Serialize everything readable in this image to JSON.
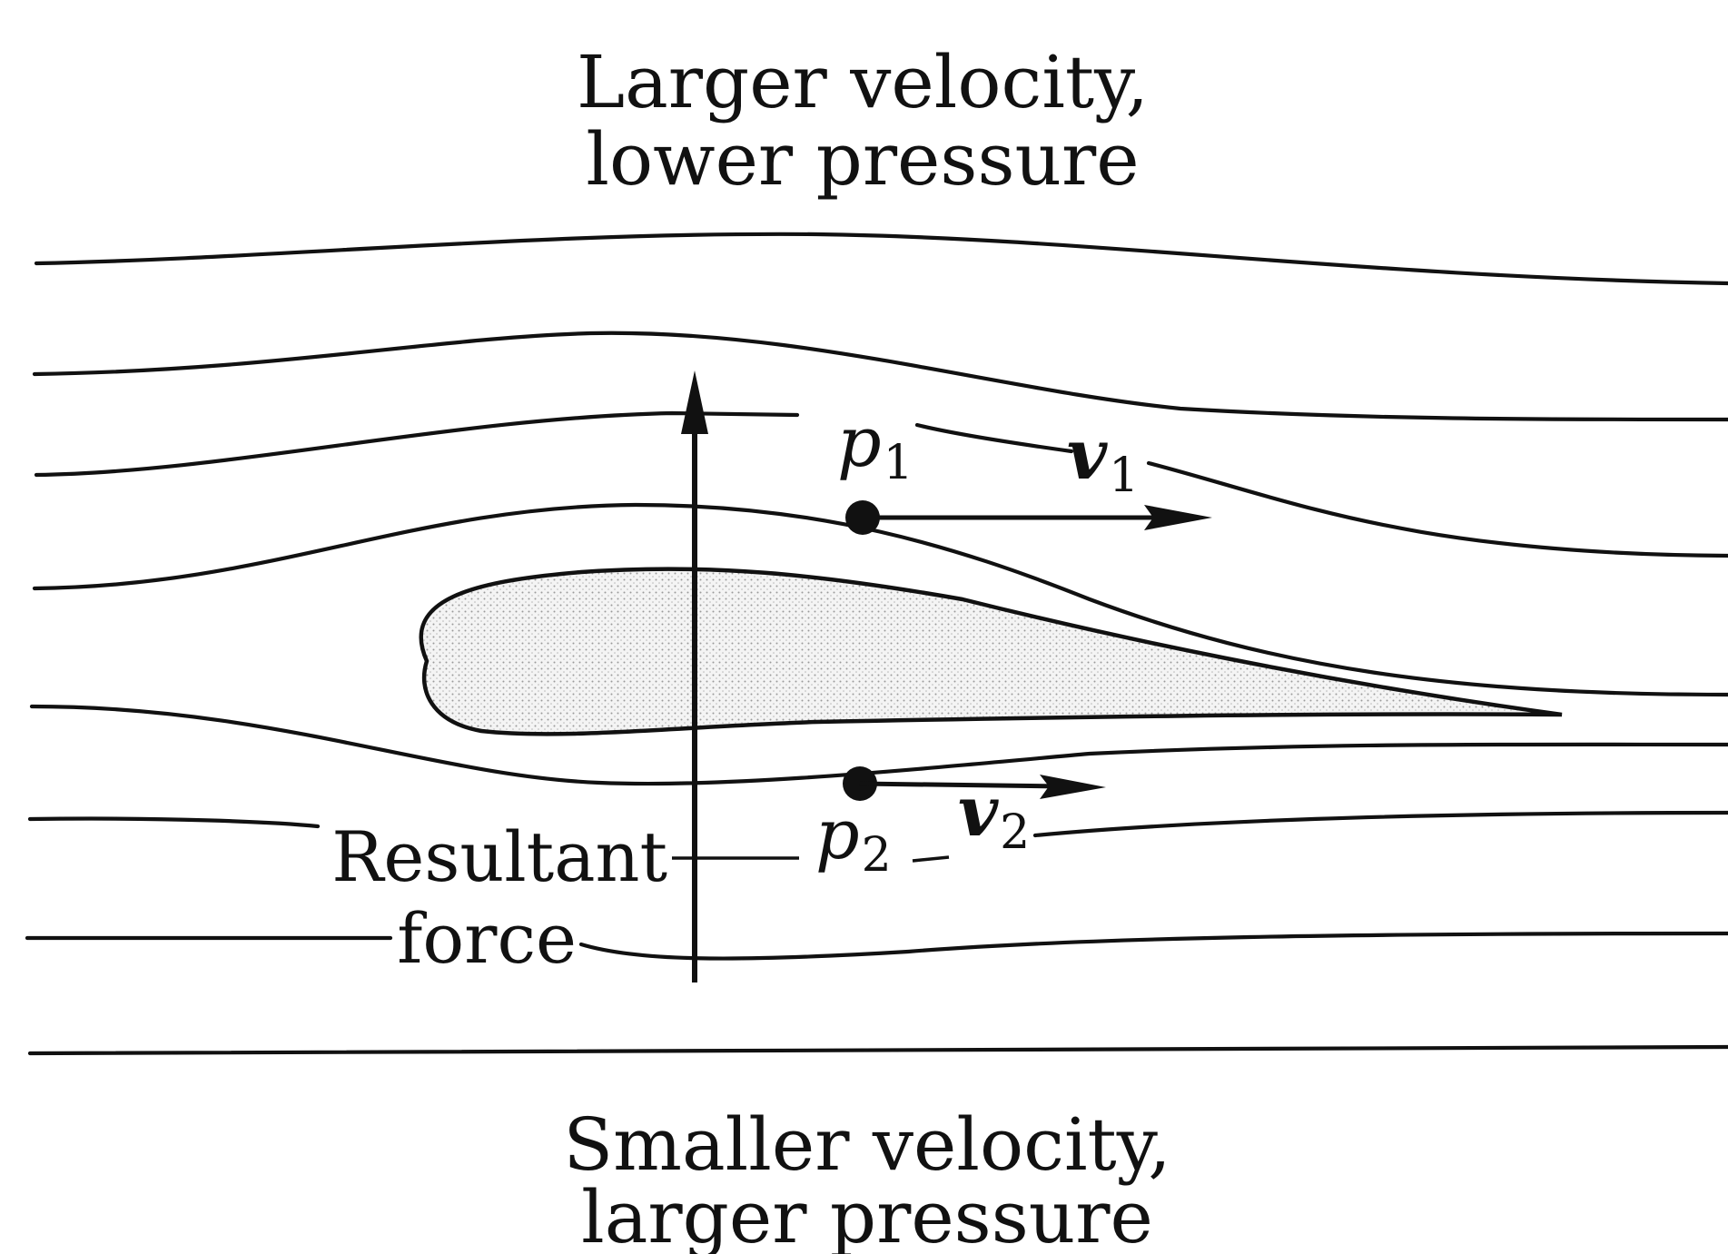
{
  "top_caption": {
    "line1": "Larger velocity,",
    "line2": "lower pressure"
  },
  "bottom_caption": {
    "line1": "Smaller velocity,",
    "line2": "larger pressure"
  },
  "point_upper": {
    "symbol": "p",
    "subscript": "1"
  },
  "point_lower": {
    "symbol": "p",
    "subscript": "2"
  },
  "velocity_upper": {
    "symbol": "v",
    "subscript": "1"
  },
  "velocity_lower": {
    "symbol": "v",
    "subscript": "2"
  },
  "force_label": {
    "line1": "Resultant",
    "line2": "force"
  },
  "colors": {
    "ink": "#111111",
    "background": "#ffffff",
    "airfoil_fill": "stippled-gray"
  }
}
